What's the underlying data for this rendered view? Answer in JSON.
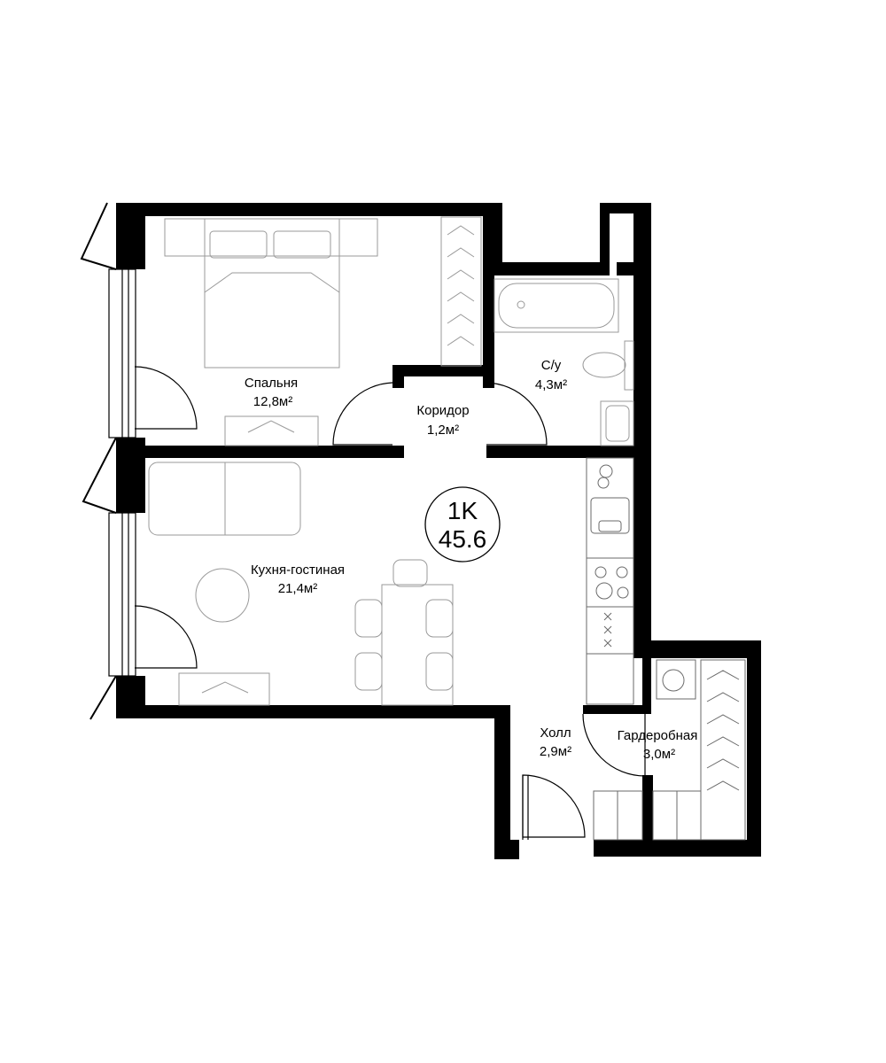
{
  "badge": {
    "type": "1K",
    "area": "45.6"
  },
  "rooms": {
    "bedroom": {
      "name": "Спальня",
      "area": "12,8м²"
    },
    "corridor": {
      "name": "Коридор",
      "area": "1,2м²"
    },
    "bathroom": {
      "name": "С/у",
      "area": "4,3м²"
    },
    "kitchen": {
      "name": "Кухня-гостиная",
      "area": "21,4м²"
    },
    "hall": {
      "name": "Холл",
      "area": "2,9м²"
    },
    "wardrobe": {
      "name": "Гардеробная",
      "area": "3,0м²"
    }
  }
}
